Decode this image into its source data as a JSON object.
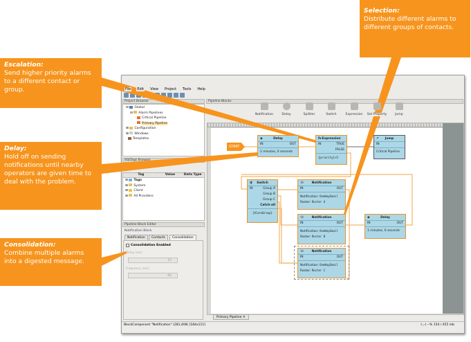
{
  "menu": [
    "File",
    "Edit",
    "View",
    "Project",
    "Tools",
    "Help"
  ],
  "project_browser": {
    "title": "Project Browser",
    "tree": [
      "Global",
      "Alarm Pipelines",
      "Critical Pipeline",
      "Primary Pipeline",
      "Configuration",
      "Windows",
      "Templates"
    ]
  },
  "tags_browser": {
    "title": "SQLTags Browser",
    "columns": [
      "Tag",
      "Value",
      "Data Type"
    ],
    "rows": [
      "Tags",
      "System",
      "Client",
      "All Providers"
    ]
  },
  "block_editor": {
    "title": "Pipeline Block Editor",
    "section": "Notification Block",
    "tabs": [
      "Notification",
      "Contacts",
      "Consolidation"
    ],
    "active_tab": "Consolidation",
    "checkbox": "Consolidation Enabled",
    "checked": false,
    "delay_label": "Delay (sec)",
    "delay_value": "15",
    "freq_label": "Frequency (sec)",
    "freq_value": "60"
  },
  "pipeline": {
    "title": "Pipeline Blocks",
    "palette": [
      "Notification",
      "Delay",
      "Splitter",
      "Switch",
      "Expression",
      "Set Property",
      "Jump"
    ],
    "tab": "Primary Pipeline",
    "start": "START",
    "blocks": {
      "delay1": {
        "title": "Delay",
        "in": "IN",
        "out": "OUT",
        "body": "1 minutes, 0 seconds"
      },
      "expr": {
        "title": "Expression",
        "in": "IN",
        "true": "TRUE",
        "false": "FALSE",
        "body": "{priority}>5"
      },
      "jump": {
        "title": "Jump",
        "in": "IN",
        "body": "Critical Pipeline"
      },
      "switch": {
        "title": "Switch",
        "in": "IN",
        "a": "Group A",
        "b": "Group B",
        "c": "Group C",
        "all": "Catch-all",
        "body": "{AlarmGroup}"
      },
      "n1": {
        "title": "Notification",
        "in": "IN",
        "out": "OUT",
        "notif": "Notification: ",
        "nv": "OneWayEmail",
        "roster": "Roster: ",
        "rv": "Roster A"
      },
      "n2": {
        "title": "Notification",
        "in": "IN",
        "out": "OUT",
        "notif": "Notification: ",
        "nv": "OneWayEmail",
        "roster": "Roster: ",
        "rv": "Roster B"
      },
      "n3": {
        "title": "Notification",
        "in": "IN",
        "out": "OUT",
        "notif": "Notification: ",
        "nv": "OneWayEmail",
        "roster": "Roster: ",
        "rv": "Roster C"
      },
      "delay2": {
        "title": "Delay",
        "in": "IN",
        "out": "OUT",
        "body": "1 minutes, 0 seconds"
      }
    }
  },
  "status": {
    "left": "BlockComponent \"Notification\" (281,408) [184x111]",
    "right": "(-,-)  --%  154 / 455 mb"
  },
  "callouts": {
    "escalation": {
      "title": "Escalation:",
      "text": "Send higher priority alarms to a different contact or group."
    },
    "delay": {
      "title": "Delay:",
      "text": "Hold off on sending notifications until nearby operators are given time to deal with the problem."
    },
    "consolidation": {
      "title": "Consolidation:",
      "text": "Combine multiple alarms into a digested message."
    },
    "selection": {
      "title": "Selection:",
      "text": "Distribute different alarms to different groups of contacts."
    }
  },
  "colors": {
    "callout": "#f7941d",
    "block": "#acd7e6",
    "wire": "#f4b66a"
  }
}
